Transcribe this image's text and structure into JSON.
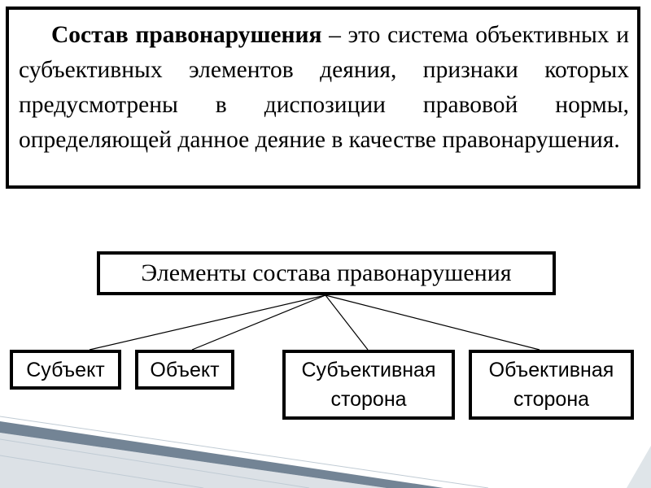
{
  "definition": {
    "term": "Состав правонарушения",
    "text": " – это система объективных и субъективных элементов деяния, признаки которых предусмотрены в диспозиции правовой нормы, определяющей данное деяние в качестве правонарушения."
  },
  "diagram": {
    "root_label": "Элементы состава правонарушения",
    "children": [
      {
        "label": "Субъект"
      },
      {
        "label": "Объект"
      },
      {
        "label": "Субъективная сторона"
      },
      {
        "label": "Объективная сторона"
      }
    ]
  },
  "colors": {
    "border": "#000000",
    "background": "#ffffff",
    "decor": "#5a6f82"
  }
}
